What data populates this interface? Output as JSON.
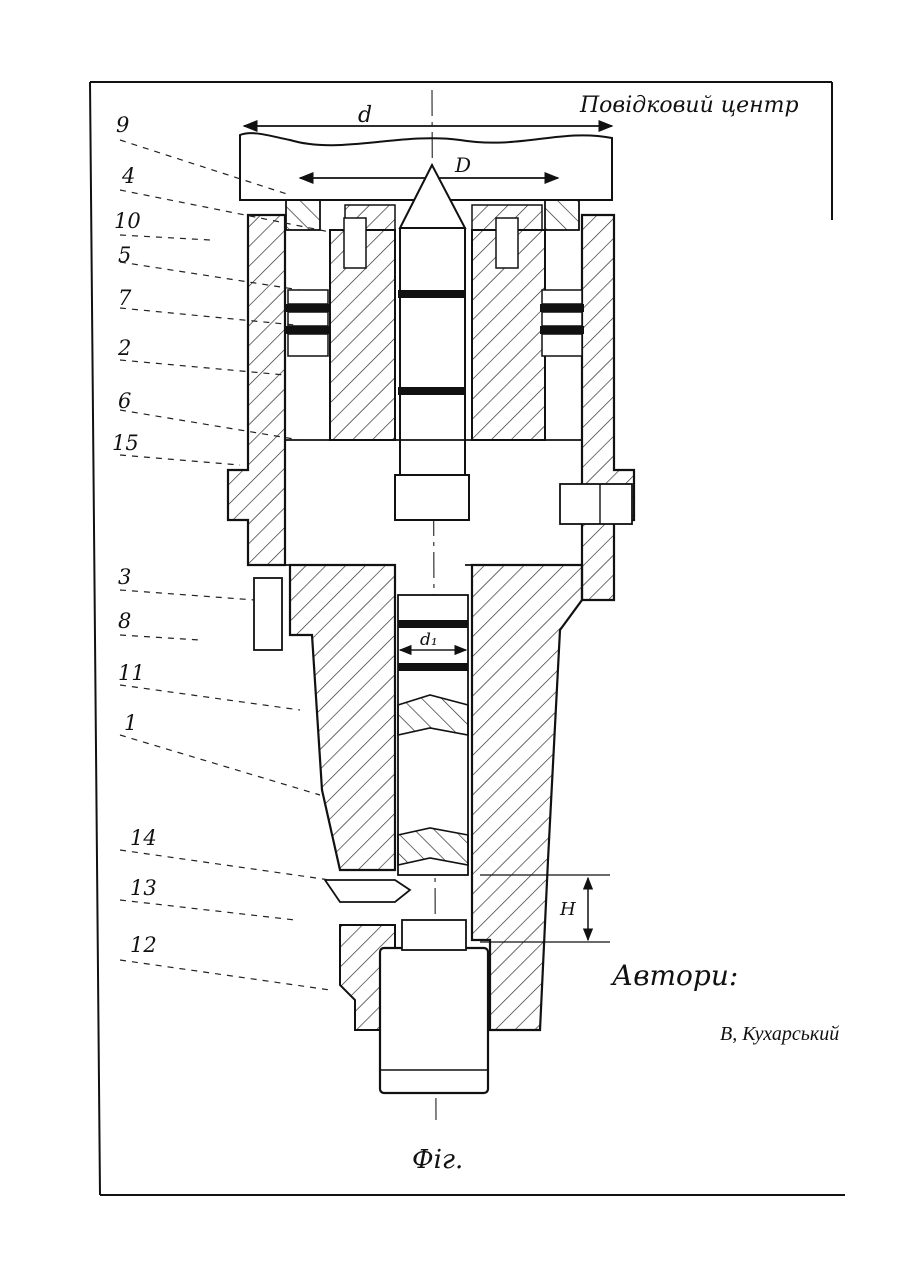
{
  "title": "Повідковий центр",
  "dimensions": {
    "d": "d",
    "D": "D",
    "d1": "d₁",
    "H": "H"
  },
  "callouts": [
    {
      "number": "9"
    },
    {
      "number": "4"
    },
    {
      "number": "10"
    },
    {
      "number": "5"
    },
    {
      "number": "7"
    },
    {
      "number": "2"
    },
    {
      "number": "6"
    },
    {
      "number": "15"
    },
    {
      "number": "3"
    },
    {
      "number": "8"
    },
    {
      "number": "11"
    },
    {
      "number": "1"
    },
    {
      "number": "14"
    },
    {
      "number": "13"
    },
    {
      "number": "12"
    }
  ],
  "authors_label": "Автори:",
  "author_name": "В, Кухарський",
  "figure_label": "Фіг."
}
